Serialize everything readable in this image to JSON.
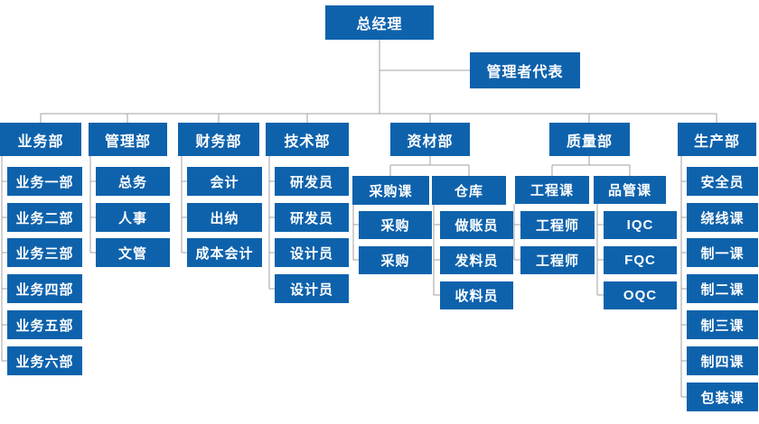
{
  "colors": {
    "box_fill": "#0E62AC",
    "box_text": "#FFFFFF",
    "connector": "#A2A2A2",
    "background": "#FFFFFF"
  },
  "root": {
    "label": "总经理"
  },
  "staff": {
    "label": "管理者代表"
  },
  "departments": [
    {
      "label": "业务部",
      "children": [
        {
          "label": "业务一部"
        },
        {
          "label": "业务二部"
        },
        {
          "label": "业务三部"
        },
        {
          "label": "业务四部"
        },
        {
          "label": "业务五部"
        },
        {
          "label": "业务六部"
        }
      ]
    },
    {
      "label": "管理部",
      "children": [
        {
          "label": "总务"
        },
        {
          "label": "人事"
        },
        {
          "label": "文管"
        }
      ]
    },
    {
      "label": "财务部",
      "children": [
        {
          "label": "会计"
        },
        {
          "label": "出纳"
        },
        {
          "label": "成本会计"
        }
      ]
    },
    {
      "label": "技术部",
      "children": [
        {
          "label": "研发员"
        },
        {
          "label": "研发员"
        },
        {
          "label": "设计员"
        },
        {
          "label": "设计员"
        }
      ]
    },
    {
      "label": "资材部",
      "children": [
        {
          "label": "采购课",
          "children": [
            {
              "label": "采购"
            },
            {
              "label": "采购"
            }
          ]
        },
        {
          "label": "仓库",
          "children": [
            {
              "label": "做账员"
            },
            {
              "label": "发料员"
            },
            {
              "label": "收料员"
            }
          ]
        }
      ]
    },
    {
      "label": "质量部",
      "children": [
        {
          "label": "工程课",
          "children": [
            {
              "label": "工程师"
            },
            {
              "label": "工程师"
            }
          ]
        },
        {
          "label": "品管课",
          "children": [
            {
              "label": "IQC"
            },
            {
              "label": "FQC"
            },
            {
              "label": "OQC"
            }
          ]
        }
      ]
    },
    {
      "label": "生产部",
      "children": [
        {
          "label": "安全员"
        },
        {
          "label": "绕线课"
        },
        {
          "label": "制一课"
        },
        {
          "label": "制二课"
        },
        {
          "label": "制三课"
        },
        {
          "label": "制四课"
        },
        {
          "label": "包装课"
        }
      ]
    }
  ]
}
